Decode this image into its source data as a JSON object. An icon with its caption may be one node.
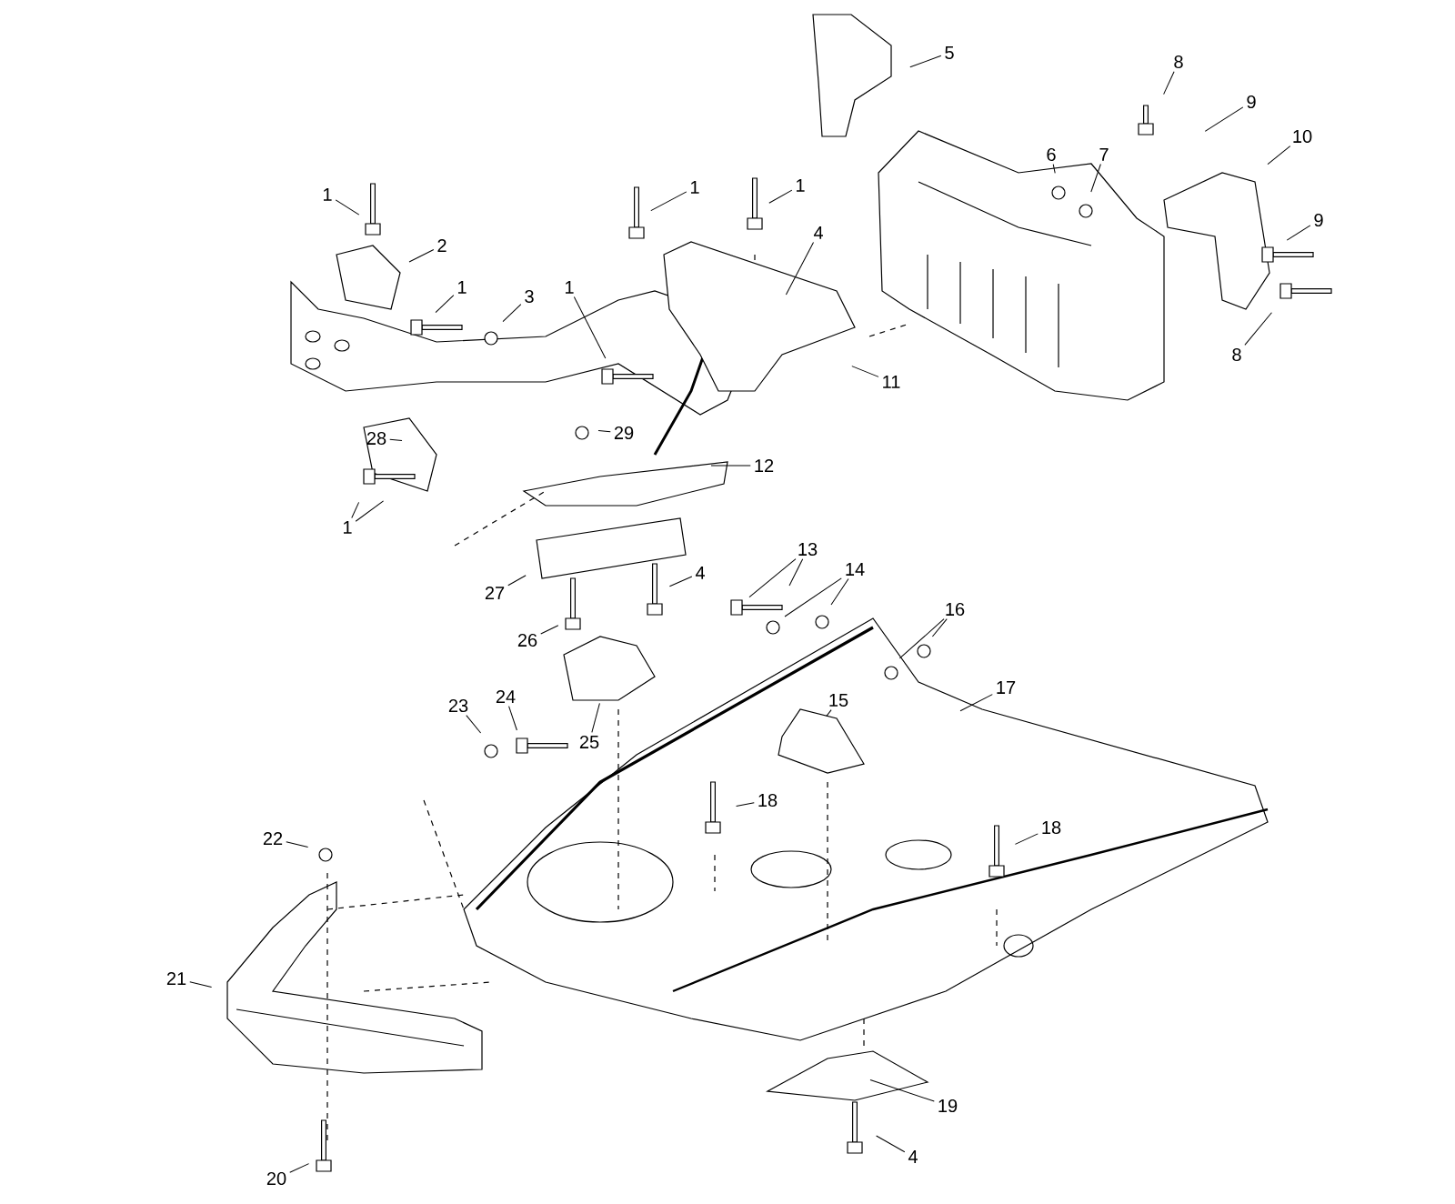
{
  "diagram": {
    "nodes": [
      {
        "text": [
          "1"
        ]
      },
      {
        "text": [
          "2"
        ]
      },
      {
        "text": [
          "1"
        ]
      },
      {
        "text": [
          "3"
        ]
      },
      {
        "text": [
          "1"
        ]
      },
      {
        "text": [
          "1"
        ]
      },
      {
        "text": [
          "1"
        ]
      },
      {
        "text": [
          "4"
        ]
      },
      {
        "text": [
          "5"
        ]
      },
      {
        "text": [
          "8"
        ]
      },
      {
        "text": [
          "9"
        ]
      },
      {
        "text": [
          "6"
        ]
      },
      {
        "text": [
          "7"
        ]
      },
      {
        "text": [
          "10"
        ]
      },
      {
        "text": [
          "9"
        ]
      },
      {
        "text": [
          "11"
        ]
      },
      {
        "text": [
          "8"
        ]
      },
      {
        "text": [
          "28"
        ]
      },
      {
        "text": [
          "29"
        ]
      },
      {
        "text": [
          "12"
        ]
      },
      {
        "text": [
          "1"
        ]
      },
      {
        "text": [
          "13"
        ]
      },
      {
        "text": [
          "27"
        ]
      },
      {
        "text": [
          "14"
        ]
      },
      {
        "text": [
          "4"
        ]
      },
      {
        "text": [
          "26"
        ]
      },
      {
        "text": [
          "16"
        ]
      },
      {
        "text": [
          "17"
        ]
      },
      {
        "text": [
          "24"
        ]
      },
      {
        "text": [
          "23"
        ]
      },
      {
        "text": [
          "15"
        ]
      },
      {
        "text": [
          "25"
        ]
      },
      {
        "text": [
          "18"
        ]
      },
      {
        "text": [
          "18"
        ]
      },
      {
        "text": [
          "22"
        ]
      },
      {
        "text": [
          "21"
        ]
      },
      {
        "text": [
          "19"
        ]
      },
      {
        "text": [
          "4"
        ]
      },
      {
        "text": [
          "20"
        ]
      }
    ],
    "edges": [
      {
        "from": 0,
        "to": null,
        "arrow": "none"
      },
      {
        "from": 1,
        "to": null,
        "arrow": "none"
      },
      {
        "from": 2,
        "to": null,
        "arrow": "none"
      },
      {
        "from": 3,
        "to": null,
        "arrow": "none"
      },
      {
        "from": 4,
        "to": null,
        "arrow": "none"
      },
      {
        "from": 5,
        "to": null,
        "arrow": "none"
      },
      {
        "from": 6,
        "to": null,
        "arrow": "none"
      },
      {
        "from": 7,
        "to": null,
        "arrow": "none"
      },
      {
        "from": 8,
        "to": null,
        "arrow": "none"
      },
      {
        "from": 9,
        "to": null,
        "arrow": "none"
      },
      {
        "from": 10,
        "to": null,
        "arrow": "none"
      },
      {
        "from": 11,
        "to": null,
        "arrow": "none"
      },
      {
        "from": 12,
        "to": null,
        "arrow": "none"
      },
      {
        "from": 13,
        "to": null,
        "arrow": "none"
      },
      {
        "from": 14,
        "to": null,
        "arrow": "none"
      },
      {
        "from": 15,
        "to": null,
        "arrow": "none"
      },
      {
        "from": 16,
        "to": null,
        "arrow": "none"
      },
      {
        "from": 17,
        "to": null,
        "arrow": "none"
      },
      {
        "from": 18,
        "to": null,
        "arrow": "none"
      },
      {
        "from": 19,
        "to": null,
        "arrow": "none"
      },
      {
        "from": 20,
        "to": null,
        "arrow": "none"
      },
      {
        "from": 20,
        "to": null,
        "arrow": "none"
      },
      {
        "from": 21,
        "to": null,
        "arrow": "none"
      },
      {
        "from": 21,
        "to": null,
        "arrow": "none"
      },
      {
        "from": 22,
        "to": null,
        "arrow": "none"
      },
      {
        "from": 23,
        "to": null,
        "arrow": "none"
      },
      {
        "from": 23,
        "to": null,
        "arrow": "none"
      },
      {
        "from": 24,
        "to": null,
        "arrow": "none"
      },
      {
        "from": 25,
        "to": null,
        "arrow": "none"
      },
      {
        "from": 26,
        "to": null,
        "arrow": "none"
      },
      {
        "from": 26,
        "to": null,
        "arrow": "none"
      },
      {
        "from": 27,
        "to": null,
        "arrow": "none"
      },
      {
        "from": 28,
        "to": null,
        "arrow": "none"
      },
      {
        "from": 29,
        "to": null,
        "arrow": "none"
      },
      {
        "from": 30,
        "to": null,
        "arrow": "none"
      },
      {
        "from": 31,
        "to": null,
        "arrow": "none"
      },
      {
        "from": 32,
        "to": null,
        "arrow": "none"
      },
      {
        "from": 33,
        "to": null,
        "arrow": "none"
      },
      {
        "from": 34,
        "to": null,
        "arrow": "none"
      },
      {
        "from": 35,
        "to": null,
        "arrow": "none"
      },
      {
        "from": 36,
        "to": null,
        "arrow": "none"
      },
      {
        "from": 37,
        "to": null,
        "arrow": "none"
      },
      {
        "from": 38,
        "to": null,
        "arrow": "none"
      }
    ]
  }
}
